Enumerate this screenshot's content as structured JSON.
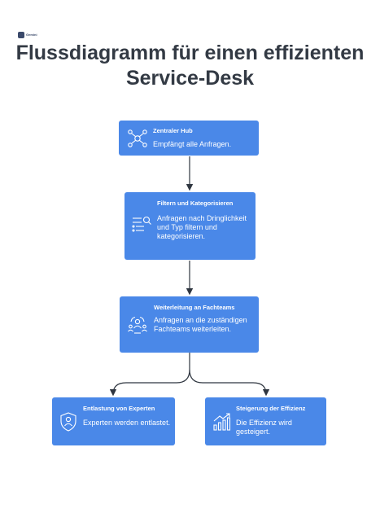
{
  "logo": {
    "text": "Gemini"
  },
  "title": {
    "line1": "Flussdiagramm für einen effizienten",
    "line2": "Service-Desk"
  },
  "nodes": [
    {
      "title": "Zentraler Hub",
      "desc": "Empfängt alle Anfragen.",
      "icon": "hub-network-icon"
    },
    {
      "title": "Filtern und Kategorisieren",
      "desc": "Anfragen nach Dringlichkeit und Typ filtern und kategorisieren.",
      "icon": "filter-list-search-icon"
    },
    {
      "title": "Weiterleitung an Fachteams",
      "desc": "Anfragen an die zuständigen Fachteams weiterleiten.",
      "icon": "team-routing-icon"
    },
    {
      "title": "Entlastung von Experten",
      "desc": "Experten werden entlastet.",
      "icon": "shield-person-icon"
    },
    {
      "title": "Steigerung der Effizienz",
      "desc": "Die Effizienz wird gesteigert.",
      "icon": "growth-chart-icon"
    }
  ],
  "colors": {
    "node": "#4a88e8",
    "connector": "#2f3640",
    "title": "#333a44"
  }
}
